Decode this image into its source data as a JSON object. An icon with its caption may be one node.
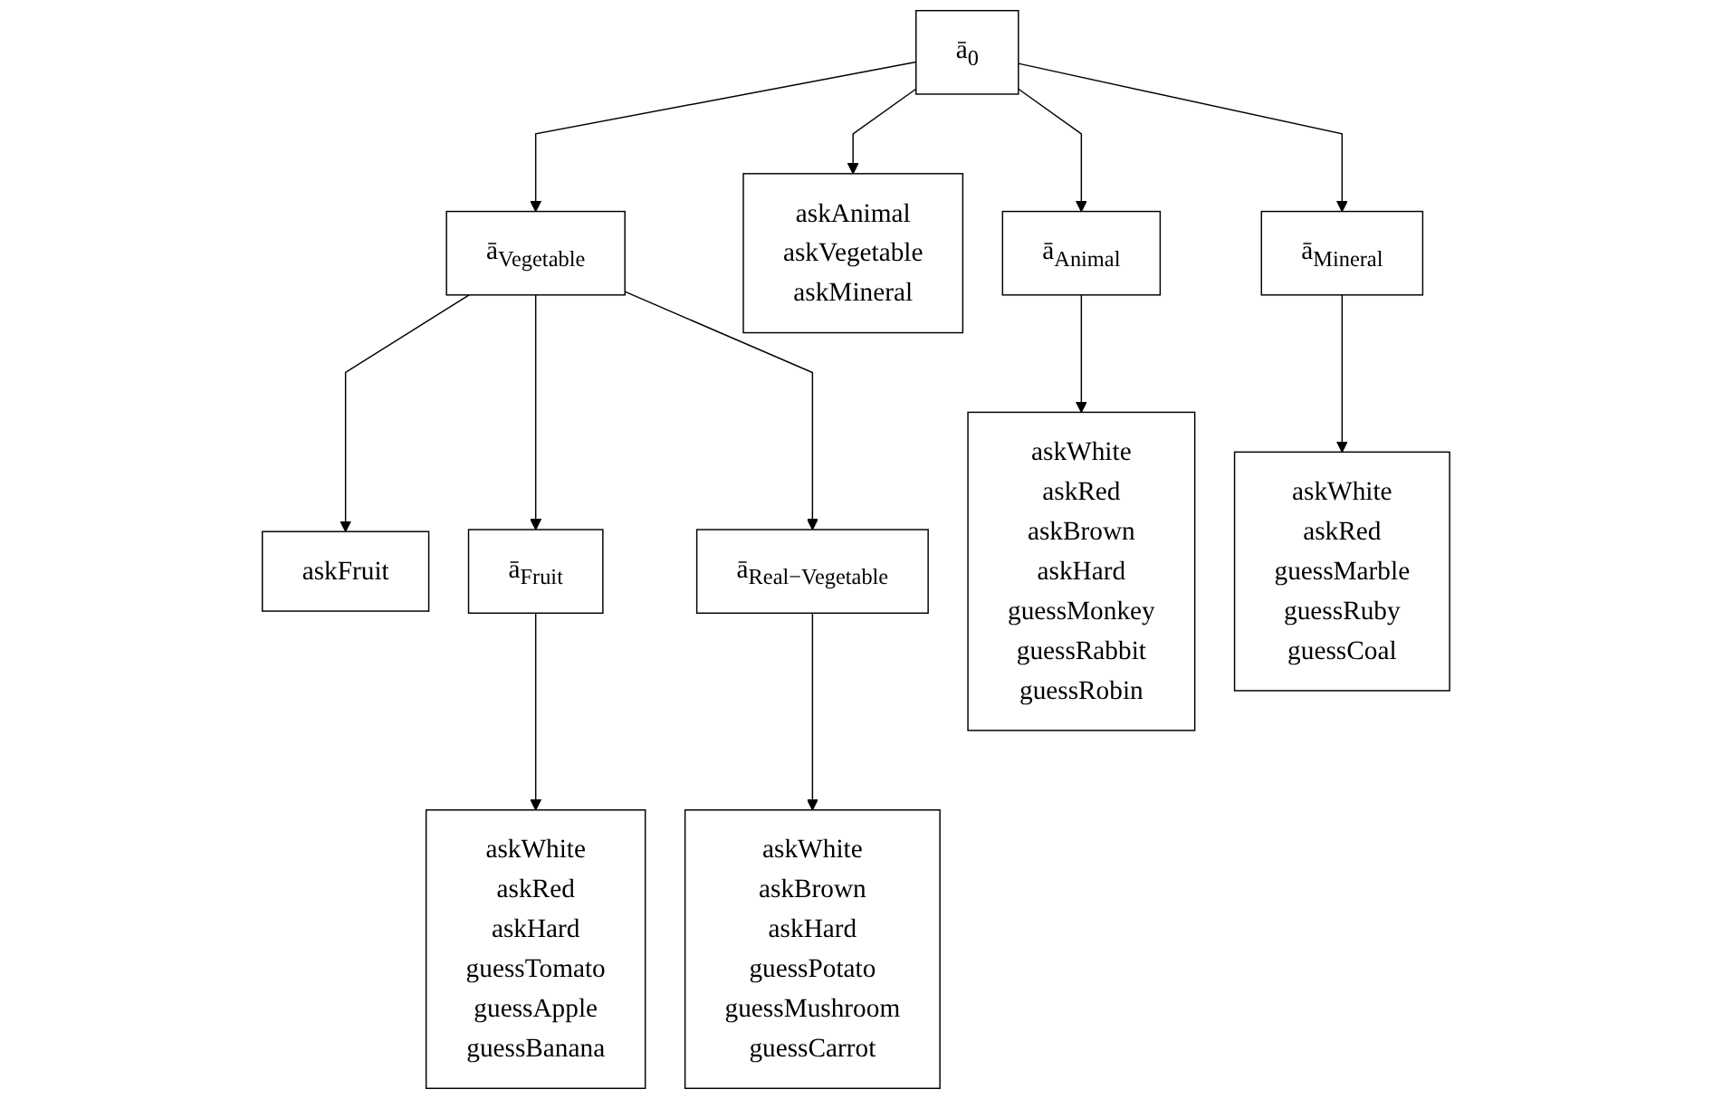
{
  "diagram": {
    "nodes": [
      {
        "text": [
          "ā$_{0}$"
        ]
      },
      {
        "text": [
          "ā$_{Vegetable}$"
        ]
      },
      {
        "text": [
          "askAnimal",
          "askVegetable",
          "askMineral"
        ]
      },
      {
        "text": [
          "ā$_{Animal}$"
        ]
      },
      {
        "text": [
          "ā$_{Mineral}$"
        ]
      },
      {
        "text": [
          "askFruit"
        ]
      },
      {
        "text": [
          "ā$_{Fruit}$"
        ]
      },
      {
        "text": [
          "ā$_{Real−Vegetable}$"
        ]
      },
      {
        "text": [
          "askWhite",
          "askRed",
          "askBrown",
          "askHard",
          "guessMonkey",
          "guessRabbit",
          "guessRobin"
        ]
      },
      {
        "text": [
          "askWhite",
          "askRed",
          "guessMarble",
          "guessRuby",
          "guessCoal"
        ]
      },
      {
        "text": [
          "askWhite",
          "askRed",
          "askHard",
          "guessTomato",
          "guessApple",
          "guessBanana"
        ]
      },
      {
        "text": [
          "askWhite",
          "askBrown",
          "askHard",
          "guessPotato",
          "guessMushroom",
          "guessCarrot"
        ]
      }
    ],
    "edges": [
      {
        "from": 0,
        "to": 1,
        "arrow": "to"
      },
      {
        "from": 0,
        "to": 2,
        "arrow": "to"
      },
      {
        "from": 0,
        "to": 3,
        "arrow": "to"
      },
      {
        "from": 0,
        "to": 4,
        "arrow": "to"
      },
      {
        "from": 1,
        "to": 5,
        "arrow": "to"
      },
      {
        "from": 1,
        "to": 6,
        "arrow": "to"
      },
      {
        "from": 1,
        "to": 7,
        "arrow": "to"
      },
      {
        "from": 3,
        "to": 8,
        "arrow": "to"
      },
      {
        "from": 4,
        "to": 9,
        "arrow": "to"
      },
      {
        "from": 6,
        "to": 10,
        "arrow": "to"
      },
      {
        "from": 7,
        "to": 11,
        "arrow": "to"
      }
    ]
  }
}
